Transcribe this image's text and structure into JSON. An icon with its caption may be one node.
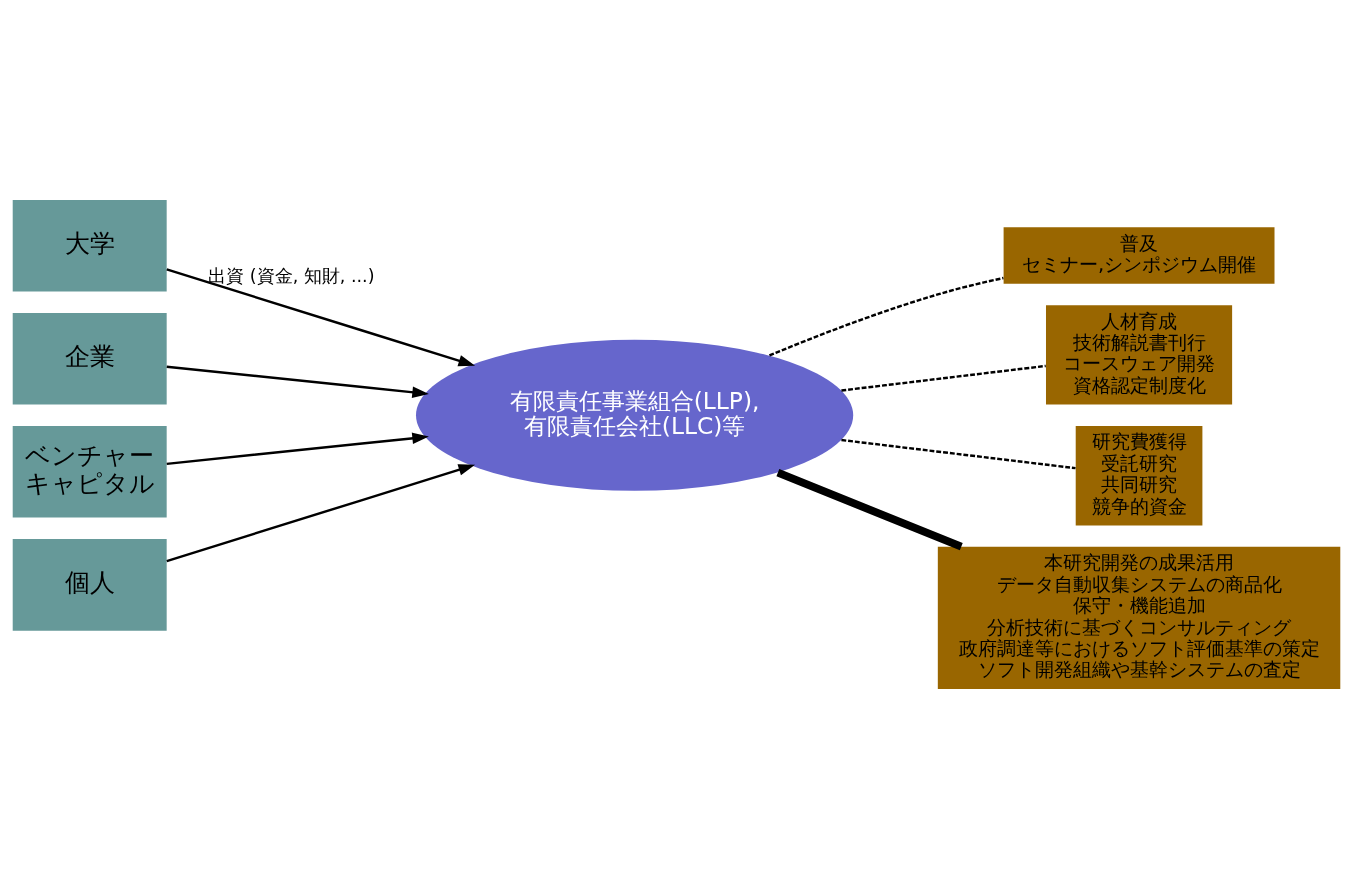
{
  "diagram": {
    "nodes": [
      {
        "text": [
          "大学"
        ]
      },
      {
        "text": [
          "企業"
        ]
      },
      {
        "text": [
          "ベンチャーキャピタル"
        ]
      },
      {
        "text": [
          "個人"
        ]
      },
      {
        "text": [
          "有限責任事業組合(LLP),有限責任会社(LLC)等"
        ]
      },
      {
        "text": [
          "普及",
          "セミナー,シンポジウム開催"
        ]
      },
      {
        "text": [
          "人材育成",
          "技術解説書刊行",
          "コースウェア開発",
          "資格認定制度化"
        ]
      },
      {
        "text": [
          "研究費獲得",
          "受託研究",
          "共同研究",
          "競争的資金"
        ]
      },
      {
        "text": [
          "本研究開発の成果活用",
          "データ自動収集システムの商品化",
          "保守・機能追加",
          "分析技術に基づくコンサルティング",
          "政府調達等におけるソフト評価基準の策定",
          "ソフト開発組織や基幹システムの査定"
        ]
      }
    ],
    "edges": [
      {
        "from": 0,
        "to": 4,
        "arrow": "to",
        "label": "出資 (資金, 知財, ...)"
      },
      {
        "from": 1,
        "to": 4,
        "arrow": "to"
      },
      {
        "from": 2,
        "to": 4,
        "arrow": "to"
      },
      {
        "from": 3,
        "to": 4,
        "arrow": "to"
      },
      {
        "from": 4,
        "to": 5,
        "arrow": "none",
        "style": "dashed"
      },
      {
        "from": 4,
        "to": 6,
        "arrow": "none",
        "style": "dashed"
      },
      {
        "from": 4,
        "to": 7,
        "arrow": "none",
        "style": "dashed"
      },
      {
        "from": 4,
        "to": 8,
        "arrow": "none",
        "style": "thick"
      }
    ]
  }
}
